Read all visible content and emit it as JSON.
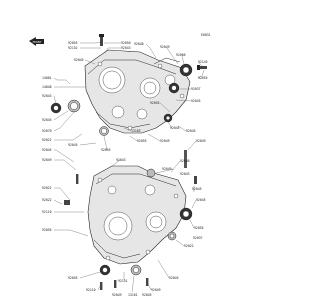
{
  "diagram": {
    "code": "E0031",
    "front_label": "FRONT",
    "parts": [
      {
        "id": "p01",
        "label": "92055"
      },
      {
        "id": "p02",
        "label": "92152"
      },
      {
        "id": "p03",
        "label": "92050"
      },
      {
        "id": "p04",
        "label": "92043"
      },
      {
        "id": "p05",
        "label": "92045"
      },
      {
        "id": "p06",
        "label": "92048"
      },
      {
        "id": "p07",
        "label": "92049"
      },
      {
        "id": "p08",
        "label": "92066"
      },
      {
        "id": "p09",
        "label": "14001"
      },
      {
        "id": "p10",
        "label": "14048"
      },
      {
        "id": "p11",
        "label": "92043"
      },
      {
        "id": "p12",
        "label": "92045"
      },
      {
        "id": "p13",
        "label": "92070"
      },
      {
        "id": "p14",
        "label": "92022"
      },
      {
        "id": "p15",
        "label": "92045"
      },
      {
        "id": "p16",
        "label": "92049"
      },
      {
        "id": "p17",
        "label": "92145"
      },
      {
        "id": "p18",
        "label": "92055"
      },
      {
        "id": "p19",
        "label": "92037"
      },
      {
        "id": "p20",
        "label": "92045"
      },
      {
        "id": "p21",
        "label": "92055"
      },
      {
        "id": "p22",
        "label": "92045"
      },
      {
        "id": "p23",
        "label": "13183"
      },
      {
        "id": "p24",
        "label": "92055"
      },
      {
        "id": "p25",
        "label": "92049"
      },
      {
        "id": "p26",
        "label": "92045"
      },
      {
        "id": "p27",
        "label": "92045"
      },
      {
        "id": "p28",
        "label": "92049"
      },
      {
        "id": "p29",
        "label": "92046"
      },
      {
        "id": "p30",
        "label": "92055"
      },
      {
        "id": "p31",
        "label": "92043"
      },
      {
        "id": "p32",
        "label": "92049"
      },
      {
        "id": "p33",
        "label": "92022"
      },
      {
        "id": "p34",
        "label": "92022"
      },
      {
        "id": "p35",
        "label": "92110"
      },
      {
        "id": "p36",
        "label": "92055"
      },
      {
        "id": "p37",
        "label": "92045"
      },
      {
        "id": "p38",
        "label": "92045"
      },
      {
        "id": "p39",
        "label": "92055"
      },
      {
        "id": "p40",
        "label": "92022"
      },
      {
        "id": "p41",
        "label": "92045"
      },
      {
        "id": "p42",
        "label": "92151"
      },
      {
        "id": "p43",
        "label": "92110"
      },
      {
        "id": "p44",
        "label": "92049"
      },
      {
        "id": "p45",
        "label": "92055"
      },
      {
        "id": "p46",
        "label": "13161"
      },
      {
        "id": "p47",
        "label": "92037"
      },
      {
        "id": "p48",
        "label": "92049"
      },
      {
        "id": "p49",
        "label": "92045"
      },
      {
        "id": "p50",
        "label": "92043"
      }
    ]
  }
}
